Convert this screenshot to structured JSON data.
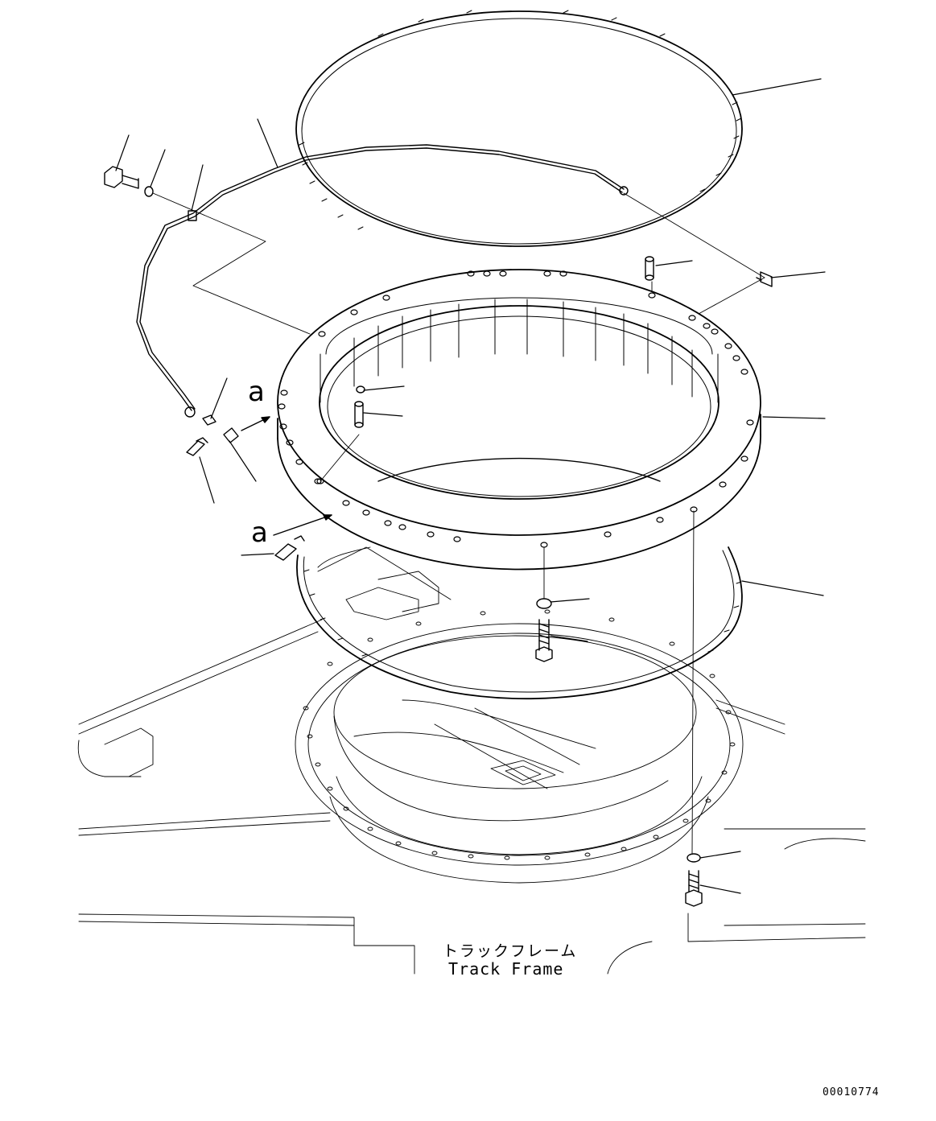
{
  "callouts": {
    "a_upper": "a",
    "a_lower": "a"
  },
  "frame_label": {
    "japanese": "トラックフレーム",
    "english": "Track Frame"
  },
  "drawing_number": "00010774",
  "colors": {
    "ink": "#000000",
    "background": "#ffffff"
  }
}
